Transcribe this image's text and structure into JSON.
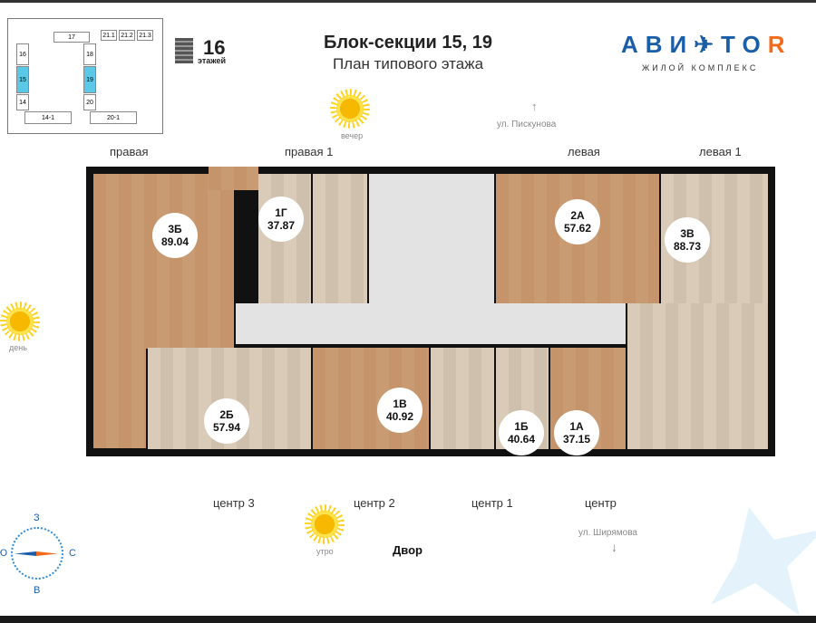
{
  "header": {
    "title": "Блок-секции 15, 19",
    "subtitle": "План типового этажа"
  },
  "logo": {
    "text_main": "АВИ",
    "text_tail": "TO",
    "text_r": "R",
    "subtitle": "ЖИЛОЙ КОМПЛЕКС"
  },
  "floors": {
    "count": "16",
    "label": "этажей"
  },
  "keymap": {
    "blocks": [
      "17",
      "21.1",
      "21.2",
      "21.3",
      "16",
      "15",
      "14",
      "14-1",
      "18",
      "19",
      "20",
      "20-1"
    ],
    "highlighted": [
      "15",
      "19"
    ],
    "highlight_color": "#5bc8e8"
  },
  "sides": {
    "top": [
      "правая",
      "правая 1",
      "левая",
      "левая 1"
    ],
    "bottom": [
      "центр 3",
      "центр 2",
      "центр 1",
      "центр"
    ]
  },
  "streets": {
    "north": "ул. Пискунова",
    "south": "ул. Ширямова",
    "yard": "Двор"
  },
  "sun": {
    "evening": "вечер",
    "day": "день",
    "morning": "утро"
  },
  "compass": {
    "n": "З",
    "s": "В",
    "w": "Ю",
    "e": "С"
  },
  "apartments": [
    {
      "type": "3Б",
      "area": "89.04"
    },
    {
      "type": "1Г",
      "area": "37.87"
    },
    {
      "type": "2А",
      "area": "57.62"
    },
    {
      "type": "3В",
      "area": "88.73"
    },
    {
      "type": "2Б",
      "area": "57.94"
    },
    {
      "type": "1В",
      "area": "40.92"
    },
    {
      "type": "1Б",
      "area": "40.64"
    },
    {
      "type": "1А",
      "area": "37.15"
    }
  ]
}
